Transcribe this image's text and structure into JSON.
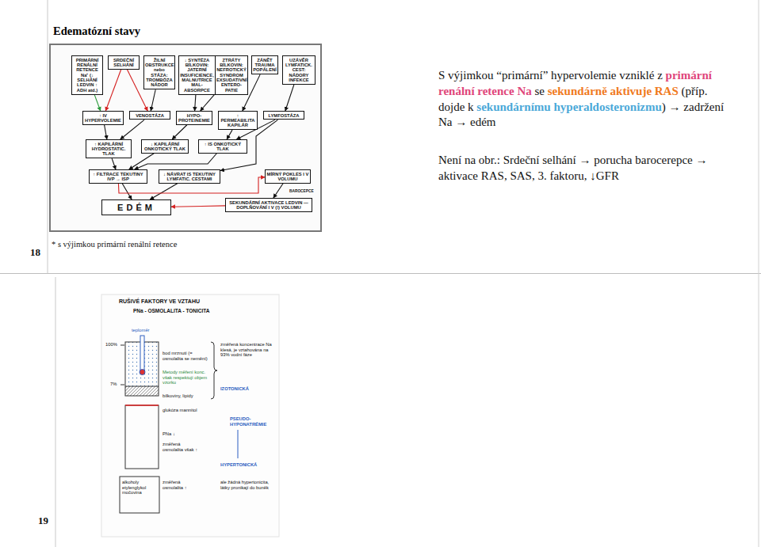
{
  "diagram": {
    "title": "Edematózní stavy",
    "nodes": [
      {
        "text": [
          "PRIMÁRNÍ RENÁLNÍ RETENCE Na⁺ (↓ SELHÁNÍ LEDVIN ↑ ADH atd.)"
        ]
      },
      {
        "text": [
          "SRDEČNÍ SELHÁNÍ"
        ]
      },
      {
        "text": [
          "ŽILNÍ OBSTRUKCE nebo STÁZA: TROMBÓZA NÁDOR"
        ]
      },
      {
        "text": [
          "↓ SYNTÉZA BÍLKOVIN: JATERNÍ INSUFICIENCE, MALNUTRICE MAL-ABSORPCE"
        ]
      },
      {
        "text": [
          "ZTRÁTY BÍLKOVIN: NEFROTICKÝ SYNDROM EXSUDATIVNÍ ENTERO-PATIE"
        ]
      },
      {
        "text": [
          "ZÁNĚT TRAUMA POPÁLENÍ"
        ]
      },
      {
        "text": [
          "UZÁVĚR LYMFATICK. CEST: NÁDORY INFEKCE"
        ]
      },
      {
        "text": [
          "↑ IV HYPERVOLEMIE"
        ]
      },
      {
        "text": [
          "VENOSTÁZA"
        ]
      },
      {
        "text": [
          "HYPO-PROTEINEMIE"
        ]
      },
      {
        "text": [
          "↑ PERMEABILITA KAPILÁR"
        ]
      },
      {
        "text": [
          "LYMFOSTÁZA"
        ]
      },
      {
        "text": [
          "↑ KAPILÁRNÍ HYDROSTATIC. TLAK"
        ]
      },
      {
        "text": [
          "↓ KAPILÁRNÍ ONKOTICKÝ TLAK"
        ]
      },
      {
        "text": [
          "↑ IS ONKOTICKÝ TLAK"
        ]
      },
      {
        "text": [
          "↑ FILTRACE TEKUTINY IVP → ISP"
        ]
      },
      {
        "text": [
          "↓ NÁVRAT IS TEKUTINY LYMFATIC. CESTAMI"
        ]
      },
      {
        "text": [
          "MÍRNÝ POKLES I V VOLUMU"
        ]
      },
      {
        "text": [
          "EDÉM"
        ]
      },
      {
        "text": [
          "SEKUNDÁRNÍ AKTIVACE LEDVIN — DOPLŇOVÁNÍ I V (!) VOLUMU"
        ]
      }
    ],
    "edges": [
      {
        "from": 0,
        "to": 7,
        "arrow": "to"
      },
      {
        "from": 1,
        "to": 7,
        "arrow": "to"
      },
      {
        "from": 1,
        "to": 8,
        "arrow": "to"
      },
      {
        "from": 2,
        "to": 8,
        "arrow": "to"
      },
      {
        "from": 3,
        "to": 9,
        "arrow": "to"
      },
      {
        "from": 4,
        "to": 9,
        "arrow": "to"
      },
      {
        "from": 5,
        "to": 10,
        "arrow": "to"
      },
      {
        "from": 6,
        "to": 11,
        "arrow": "to"
      },
      {
        "from": 7,
        "to": 12,
        "arrow": "to"
      },
      {
        "from": 8,
        "to": 12,
        "arrow": "to"
      },
      {
        "from": 9,
        "to": 13,
        "arrow": "to"
      },
      {
        "from": 10,
        "to": 14,
        "arrow": "to"
      },
      {
        "from": 11,
        "to": 14,
        "arrow": "to"
      },
      {
        "from": 11,
        "to": 16,
        "arrow": "to"
      },
      {
        "from": 12,
        "to": 15,
        "arrow": "to"
      },
      {
        "from": 13,
        "to": 15,
        "arrow": "to"
      },
      {
        "from": 14,
        "to": 15,
        "arrow": "to"
      },
      {
        "from": 15,
        "to": 18,
        "arrow": "to"
      },
      {
        "from": 16,
        "to": 18,
        "arrow": "to"
      },
      {
        "from": 15,
        "to": 17,
        "arrow": "to"
      },
      {
        "from": 17,
        "to": 19,
        "arrow": "to"
      },
      {
        "from": 19,
        "to": 18,
        "arrow": "to"
      }
    ],
    "labels": [
      "BAROCEPCE",
      "S výjimkou “primární” hypervolemie vzniklé z",
      "primární renální retence Na",
      "se",
      "sekundárně aktivuje RAS",
      "(příp. dojde k",
      "sekundárnímu hyperaldosteronizmu",
      ") → zadržení Na → edém",
      "Není na obr.: Srdeční selhání → porucha barocerepce → aktivace RAS, SAS, 3. faktoru, ↓GFR",
      "* s výjimkou primární renální retence",
      "18",
      "RUŠIVÉ FAKTORY VE VZTAHU",
      "PNa - OSMOLALITA - TONICITA",
      "teploměr",
      "100%",
      "7%",
      "bod mrznutí (= osmolalita se nemění)",
      "Metody měření konc. však respektují objem vzorku",
      "bílkoviny, lipidy",
      "změřená koncentrace Na klesá, je vztahována na 93% vodní fáze",
      "IZOTONICKÁ",
      "glukóza mannitol",
      "PSEUDO-HYPONATRÉMIE",
      "PNa ↓",
      "změřená osmolalita však ↑",
      "HYPERTONICKÁ",
      "alkoholy etylenglykol močovina",
      "změřená osmolalita ↑",
      "ale žádná hypertonicita, látky pronikají do buněk",
      "19"
    ]
  }
}
